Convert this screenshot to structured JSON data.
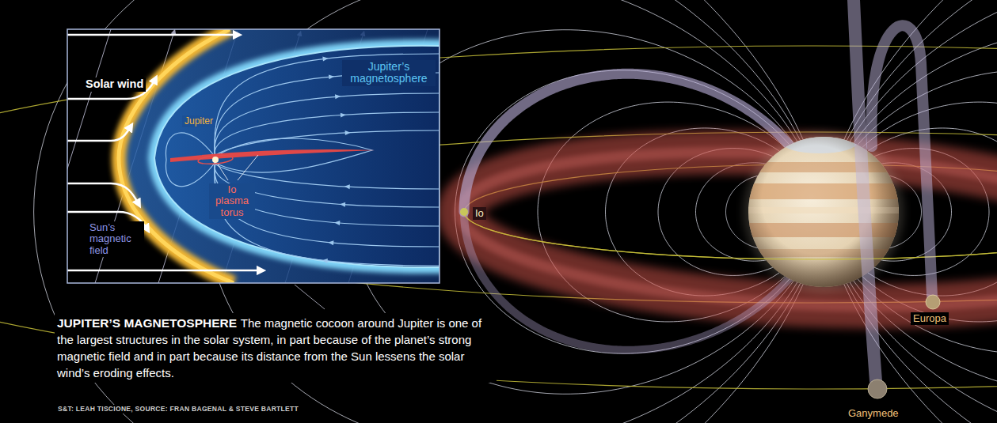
{
  "diagram": {
    "title": "JUPITER’S MAGNETOSPHERE",
    "caption": "The magnetic cocoon around Jupiter is one of the largest structures in the solar system, in part because of the planet’s strong magnetic field and in part because its distance from the Sun lessens the solar wind’s eroding effects.",
    "labels": [
      "Solar wind",
      "Jupiter’s magnetosphere",
      "Jupiter",
      "Io plasma torus",
      "Sun’s magnetic field",
      "Io",
      "Europa",
      "Ganymede",
      "S&T: LEAH TISCIONE, SOURCE: FRAN BAGENAL & STEVE BARTLETT"
    ]
  }
}
